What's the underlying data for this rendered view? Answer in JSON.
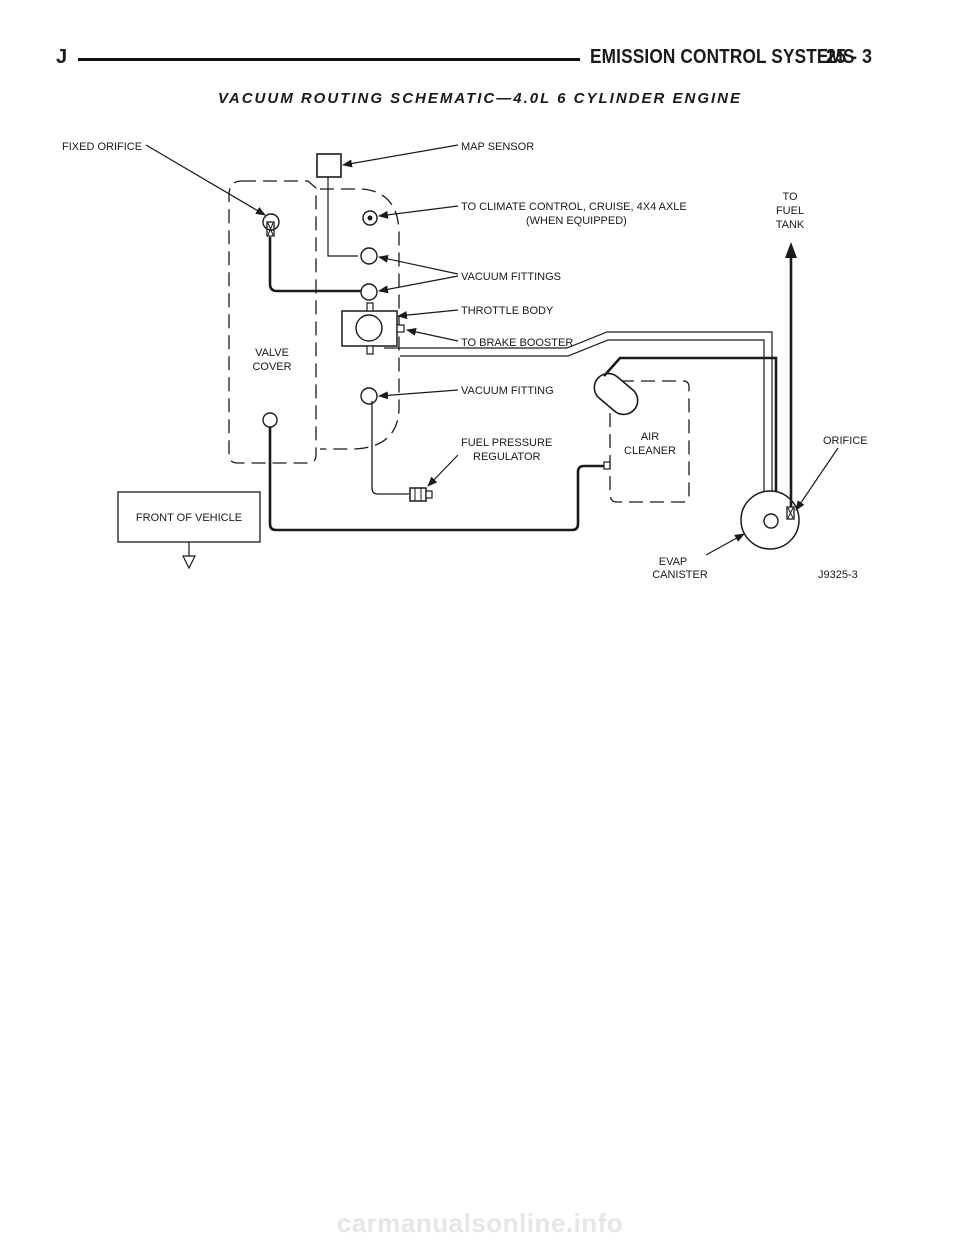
{
  "header": {
    "letter": "J",
    "section_title": "EMISSION CONTROL SYSTEMS",
    "page_number": "25 - 3"
  },
  "figure": {
    "title": "VACUUM ROUTING SCHEMATIC—4.0L 6 CYLINDER ENGINE",
    "figure_id": "J9325-3",
    "labels": {
      "fixed_orifice": "FIXED ORIFICE",
      "map_sensor": "MAP SENSOR",
      "climate_line1": "TO CLIMATE CONTROL, CRUISE, 4X4 AXLE",
      "climate_line2": "(WHEN EQUIPPED)",
      "vacuum_fittings": "VACUUM FITTINGS",
      "throttle_body": "THROTTLE BODY",
      "brake_booster": "TO BRAKE BOOSTER",
      "vacuum_fitting": "VACUUM FITTING",
      "fuel_pressure_line1": "FUEL PRESSURE",
      "fuel_pressure_line2": "REGULATOR",
      "valve_cover_line1": "VALVE",
      "valve_cover_line2": "COVER",
      "air_cleaner_line1": "AIR",
      "air_cleaner_line2": "CLEANER",
      "fuel_tank_line1": "TO",
      "fuel_tank_line2": "FUEL",
      "fuel_tank_line3": "TANK",
      "orifice": "ORIFICE",
      "front_of_vehicle": "FRONT OF VEHICLE",
      "evap_line1": "EVAP",
      "evap_line2": "CANISTER"
    }
  },
  "watermark": "carmanualsonline.info"
}
